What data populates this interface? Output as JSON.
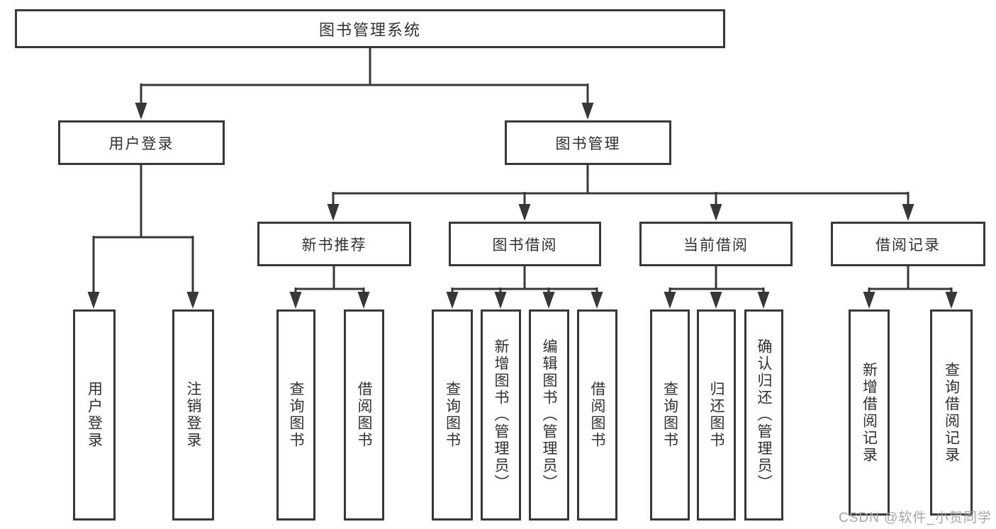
{
  "diagram": {
    "root": {
      "label": "图书管理系统"
    },
    "level2": [
      {
        "label": "用户登录"
      },
      {
        "label": "图书管理"
      }
    ],
    "level3": [
      {
        "label": "新书推荐"
      },
      {
        "label": "图书借阅"
      },
      {
        "label": "当前借阅"
      },
      {
        "label": "借阅记录"
      }
    ],
    "leaves": {
      "login": [
        {
          "label": "用户登录"
        },
        {
          "label": "注销登录"
        }
      ],
      "recommend": [
        {
          "label": "查询图书"
        },
        {
          "label": "借阅图书"
        }
      ],
      "borrow": [
        {
          "label": "查询图书"
        },
        {
          "label": "新增图书（管理员）"
        },
        {
          "label": "编辑图书（管理员）"
        },
        {
          "label": "借阅图书"
        }
      ],
      "current": [
        {
          "label": "查询图书"
        },
        {
          "label": "归还图书"
        },
        {
          "label": "确认归还（管理员）"
        }
      ],
      "records": [
        {
          "label": "新增借阅记录"
        },
        {
          "label": "查询借阅记录"
        }
      ]
    }
  },
  "colors": {
    "line": "#383838",
    "text": "#303030",
    "box_background": "#ffffff",
    "watermark": "#a6a6a6"
  },
  "watermark": "CSDN @软件_小贺同学"
}
